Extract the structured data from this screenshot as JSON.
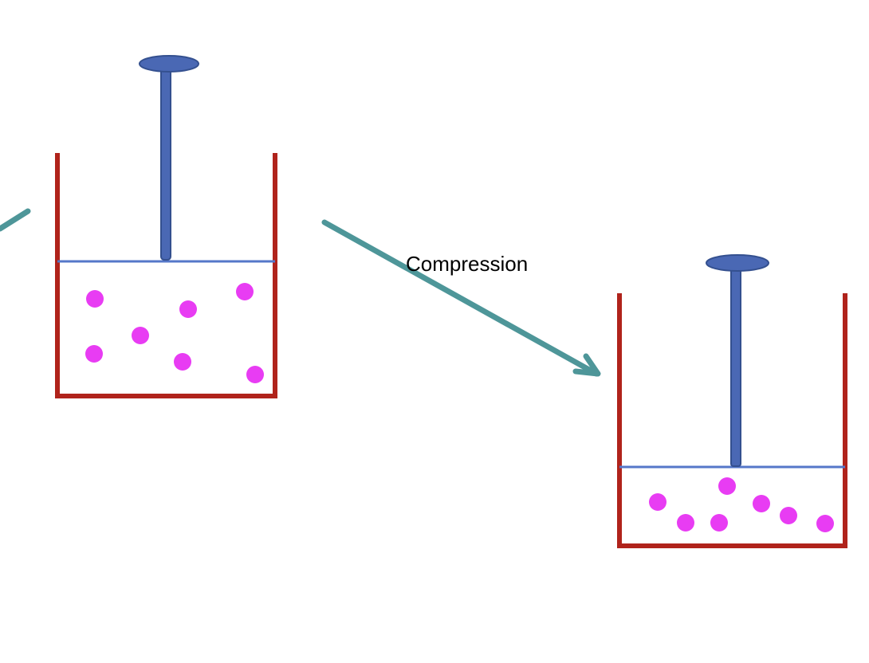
{
  "diagram": {
    "arrow_label": "Compression",
    "colors": {
      "container": "#B0231B",
      "piston": "#4A68B4",
      "piston_outline": "#34508F",
      "particle": "#E83CF3",
      "arrow": "#4E9699",
      "gas_line": "#5577C9"
    },
    "containers": [
      {
        "name": "before-compression",
        "particle_count": 7
      },
      {
        "name": "after-compression",
        "particle_count": 7
      }
    ]
  }
}
